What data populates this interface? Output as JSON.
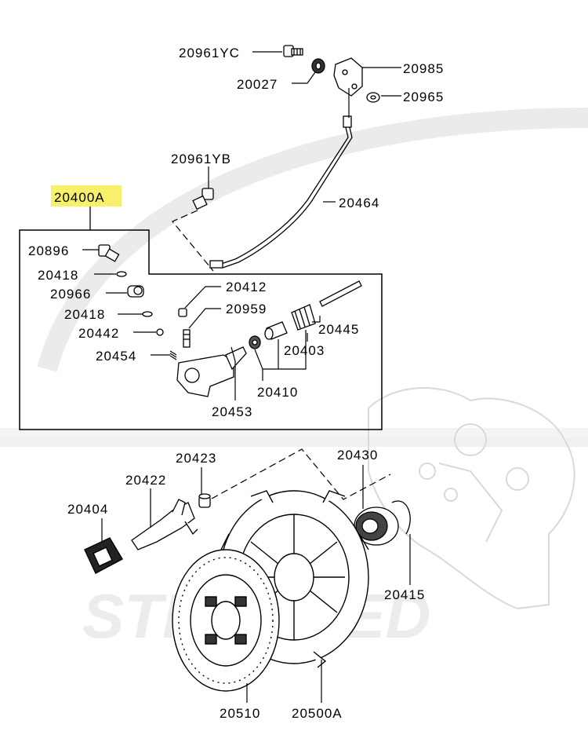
{
  "diagram": {
    "highlight_color": "#f7f06a",
    "watermark_color": "#d8d8d8",
    "watermark_text": "STMTUNED",
    "labels": {
      "p20961YC": "20961YC",
      "p20985": "20985",
      "p20027": "20027",
      "p20965": "20965",
      "p20961YB": "20961YB",
      "p20400A": "20400A",
      "p20464": "20464",
      "p20896": "20896",
      "p20418a": "20418",
      "p20412": "20412",
      "p20966": "20966",
      "p20959": "20959",
      "p20418b": "20418",
      "p20445": "20445",
      "p20442": "20442",
      "p20403": "20403",
      "p20454": "20454",
      "p20410": "20410",
      "p20453": "20453",
      "p20423": "20423",
      "p20430": "20430",
      "p20422": "20422",
      "p20404": "20404",
      "p20415": "20415",
      "p20510": "20510",
      "p20500A": "20500A"
    }
  }
}
